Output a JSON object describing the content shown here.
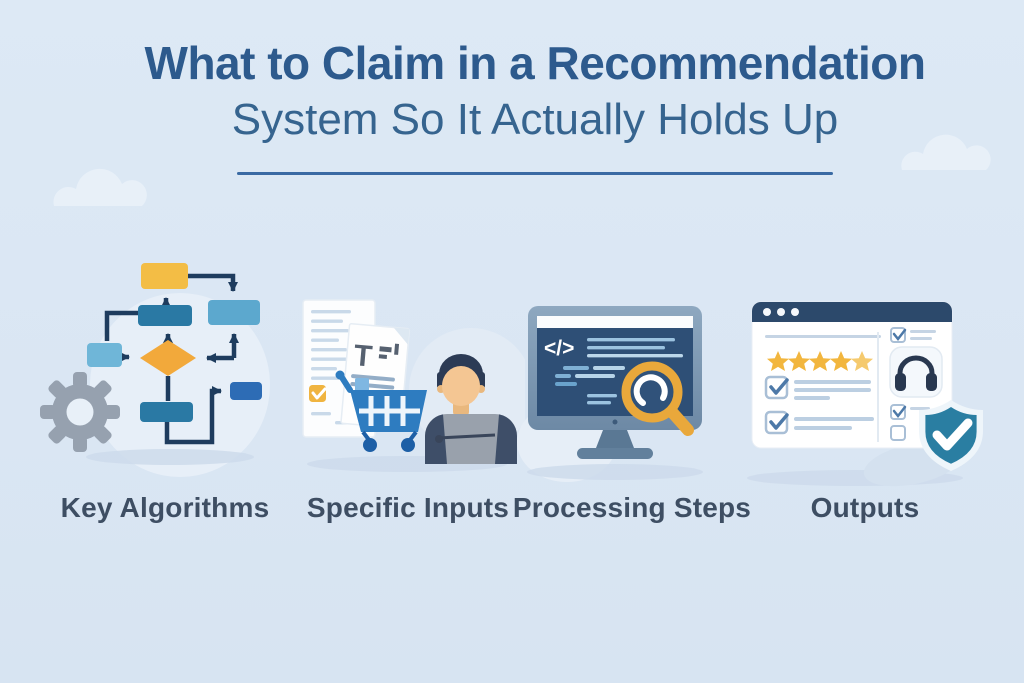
{
  "title": {
    "line1": "What to Claim in a Recommendation",
    "line2": "System So It Actually Holds Up"
  },
  "sections": [
    {
      "label": "Key Algorithms",
      "icon": "flowchart-gear-icon"
    },
    {
      "label": "Specific Inputs",
      "icon": "document-checklist-cart-user-icon"
    },
    {
      "label": "Processing Steps",
      "icon": "monitor-code-magnifier-icon"
    },
    {
      "label": "Outputs",
      "icon": "browser-rating-headphones-shield-icon"
    }
  ],
  "glyphs": {
    "monitor_code": "</>",
    "document_letter": "T"
  },
  "details": {
    "star_rating_count": 5,
    "browser_dot_count": 3,
    "checked_boxes_visible": 5
  },
  "colors": {
    "background": "#dce8f4",
    "title_text": "#2d5a8d",
    "label_text": "#3e4e63",
    "divider": "#3a6aa3",
    "flow_yellow": "#f3bd45",
    "flow_orange_diamond": "#f2a93b",
    "flow_teal": "#2a79a4",
    "flow_light_blue": "#5ca8ce",
    "flow_royal_blue": "#2d6cb5",
    "arrow_navy": "#1e3c5e",
    "gear_gray": "#96a1af",
    "cart_blue": "#2e7cc0",
    "screen_navy": "#2e4f76",
    "monitor_frame": "#7d99b3",
    "magnifier_yellow": "#e9a83b",
    "star_yellow": "#f2b63e",
    "shield_teal": "#2a7ea2",
    "browser_header_navy": "#2c496b",
    "checkbox_yellow": "#f0b440",
    "skin": "#f4c693",
    "hair_navy": "#2c3b55"
  }
}
